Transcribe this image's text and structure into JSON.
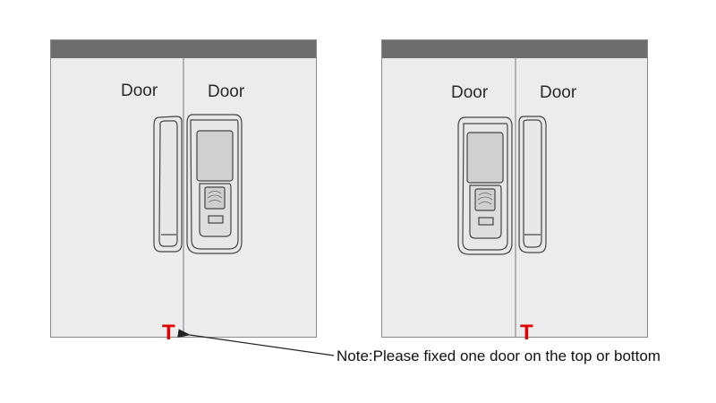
{
  "diagrams": [
    {
      "door_labels": [
        "Door",
        "Door"
      ],
      "fixed_marker": "T"
    },
    {
      "door_labels": [
        "Door",
        "Door"
      ],
      "fixed_marker": "T"
    }
  ],
  "note": "Note:Please fixed one door on the top or bottom",
  "colors": {
    "door_fill": "#ececec",
    "header_bar": "#6d6d6d",
    "marker": "#e00000",
    "line": "#555555"
  }
}
